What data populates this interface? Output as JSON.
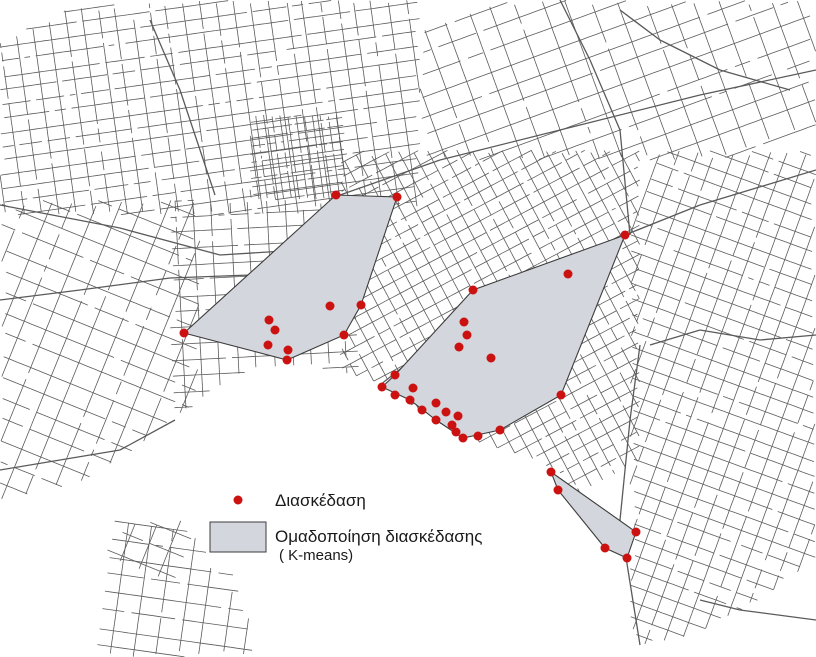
{
  "colors": {
    "street": "#5a5a5a",
    "cluster_fill": "#d3d6dc",
    "cluster_stroke": "#3c3c3c",
    "point": "#cc1111",
    "background": "#ffffff"
  },
  "legend": {
    "point_label": "Διασκέδαση",
    "cluster_label_line1": "Ομαδοποίηση διασκέδασης",
    "cluster_label_line2": "( K-means)"
  }
}
